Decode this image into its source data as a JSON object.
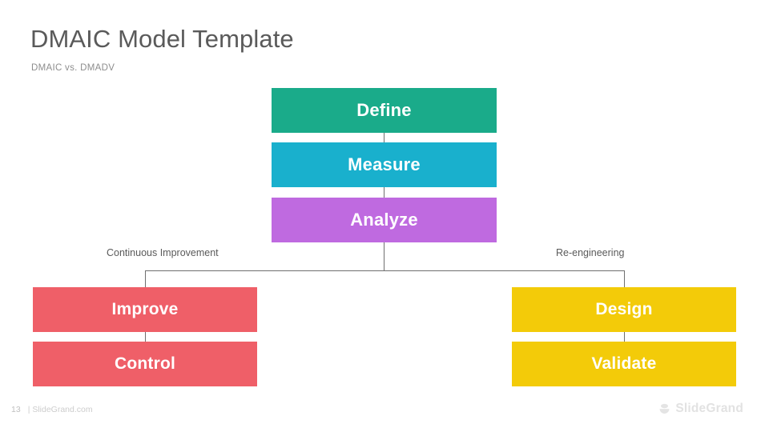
{
  "header": {
    "title": "DMAIC Model Template",
    "subtitle": "DMAIC vs. DMADV"
  },
  "diagram": {
    "top_stages": [
      {
        "label": "Define",
        "color": "#1aab8a"
      },
      {
        "label": "Measure",
        "color": "#19b0cd"
      },
      {
        "label": "Analyze",
        "color": "#bf6ae0"
      }
    ],
    "branches": [
      {
        "label": "Continuous Improvement",
        "stages": [
          {
            "label": "Improve",
            "color": "#ef5f68"
          },
          {
            "label": "Control",
            "color": "#ef5f68"
          }
        ]
      },
      {
        "label": "Re-engineering",
        "stages": [
          {
            "label": "Design",
            "color": "#f3cb09"
          },
          {
            "label": "Validate",
            "color": "#f3cb09"
          }
        ]
      }
    ],
    "connector_color": "#6f6f6f"
  },
  "footer": {
    "page_number": "13",
    "site": "| SlideGrand.com",
    "brand_name": "SlideGrand",
    "brand_icon": "slidegrand-logo-icon"
  }
}
